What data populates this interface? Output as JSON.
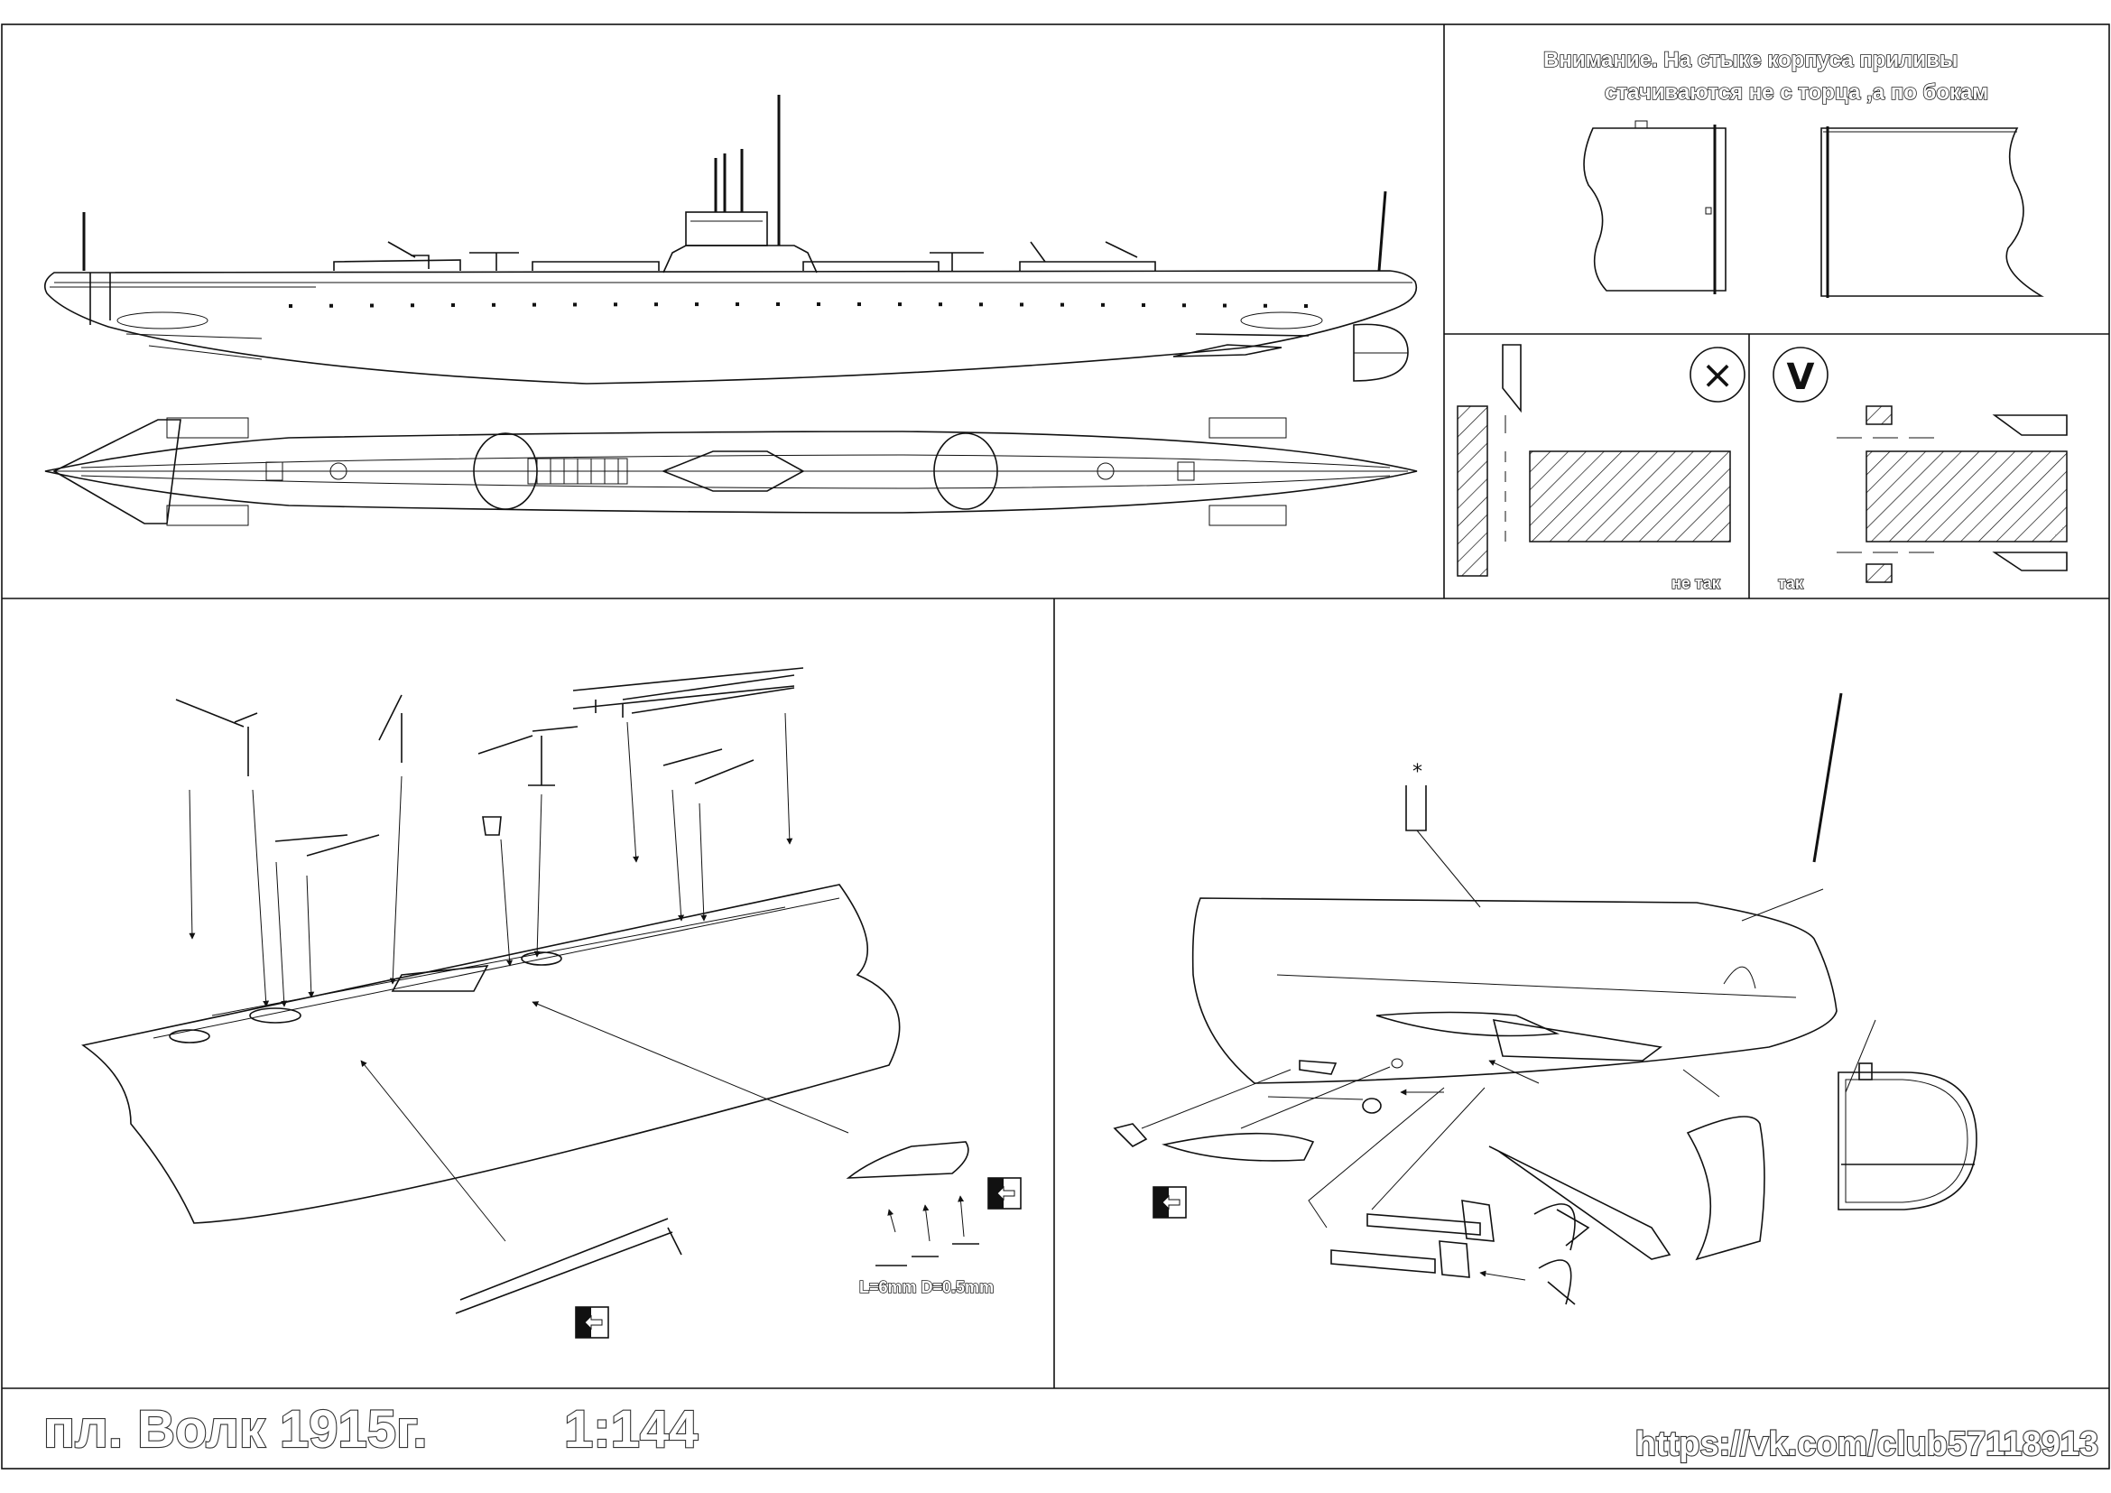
{
  "notice": {
    "line1": "Внимание. На стыке корпуса приливы",
    "line2": "стачиваются не с торца ,а по бокам"
  },
  "panels": {
    "wrong_label": "не так",
    "right_label": "так",
    "wrong_symbol": "×",
    "right_symbol": "V"
  },
  "annotations": {
    "rod_size": "L=6mm D=0.5mm",
    "asterisk": "*"
  },
  "footer": {
    "title": "пл. Волк 1915г.",
    "scale": "1:144",
    "url": "https://vk.com/club57118913"
  }
}
